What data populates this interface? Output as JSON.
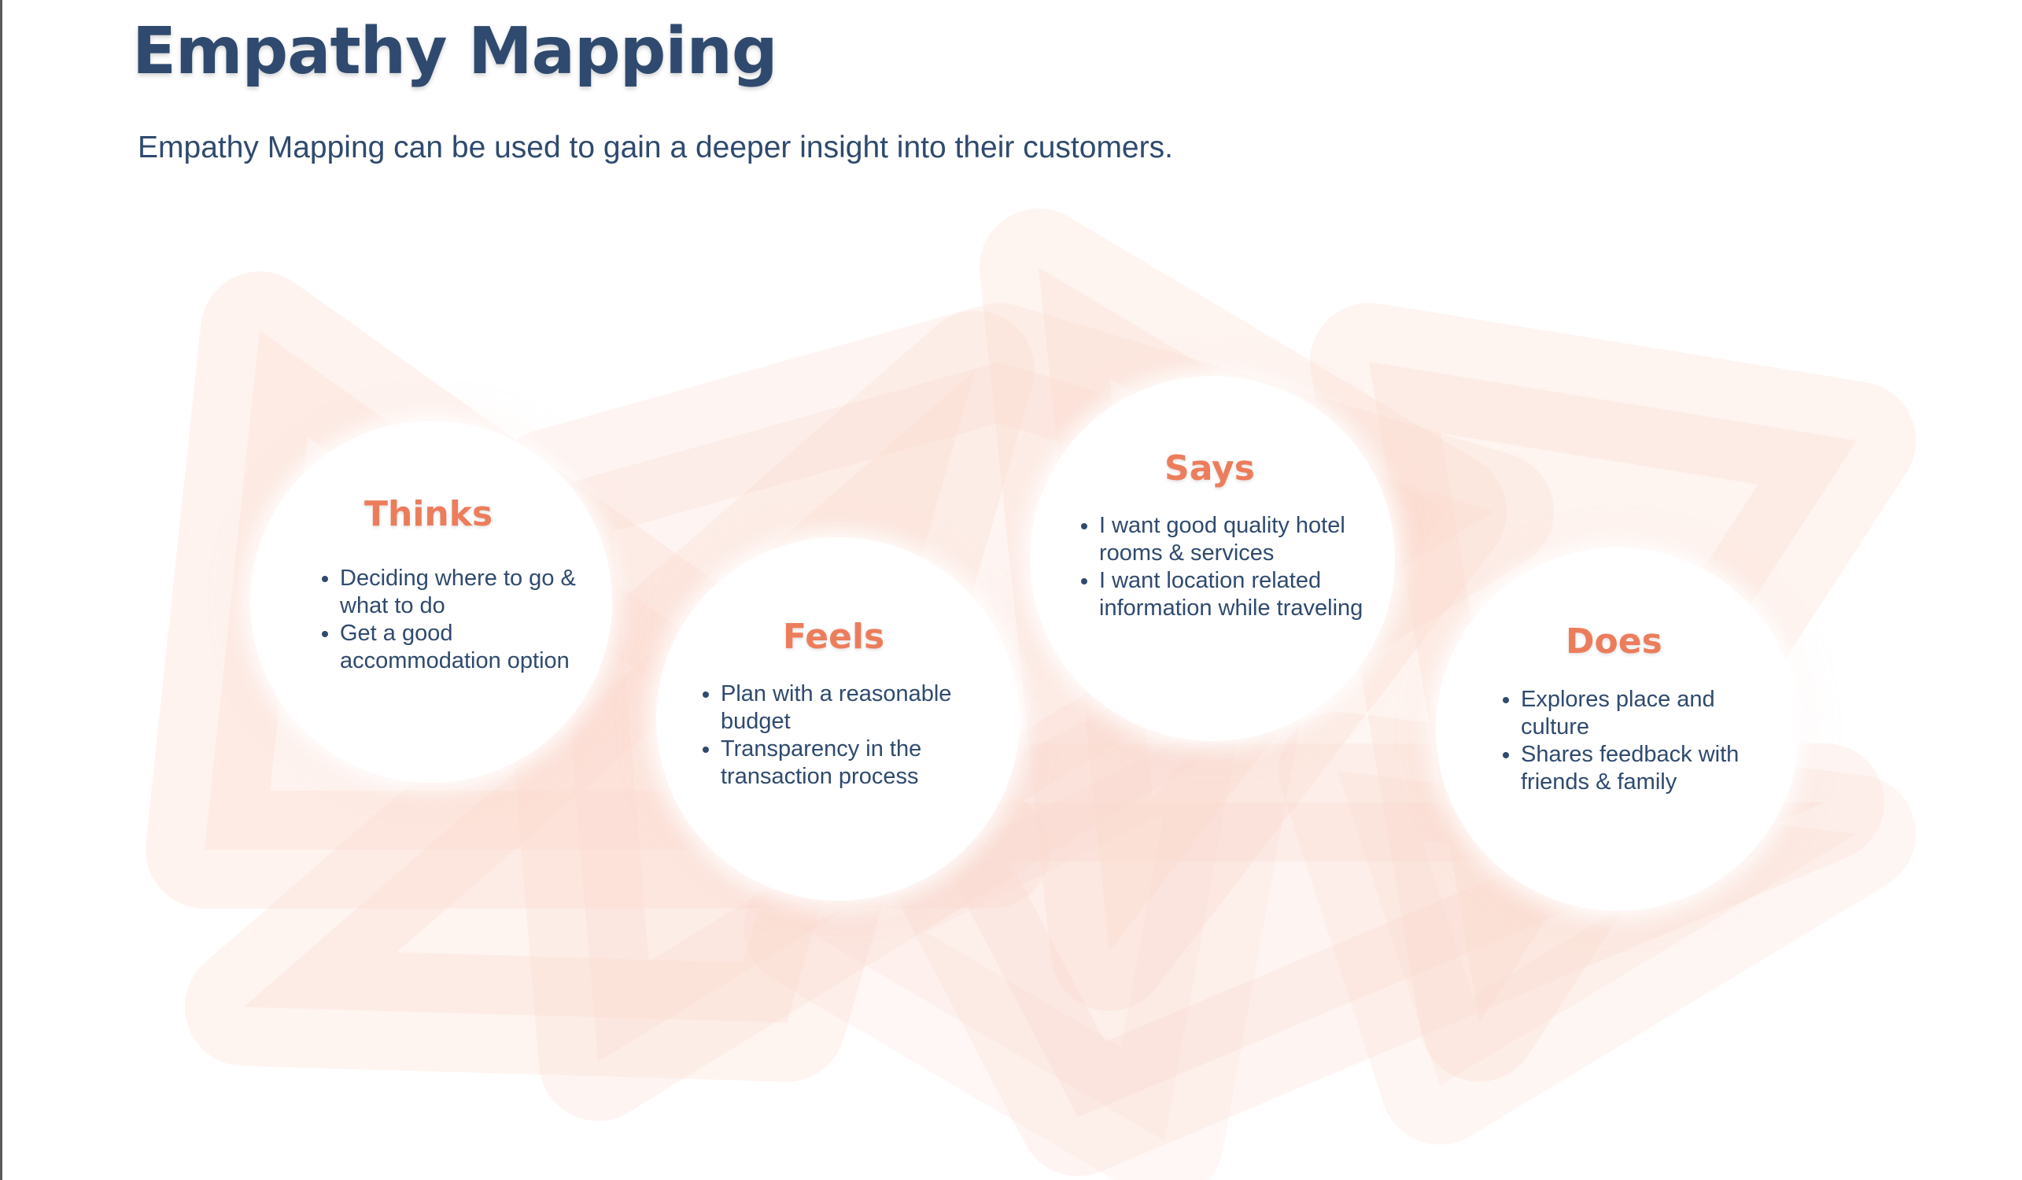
{
  "title": "Empathy Mapping",
  "subtitle": "Empathy Mapping can be used to gain a deeper insight into their customers.",
  "colors": {
    "title": "#2f4a6e",
    "accent": "#ec7d5c",
    "shape_tint": "#fbd9cc"
  },
  "quadrants": [
    {
      "title": "Thinks",
      "items": [
        "Deciding where to go & what to do",
        "Get a good accommodation option"
      ]
    },
    {
      "title": "Feels",
      "items": [
        "Plan with a reasonable budget",
        "Transparency in the transaction process"
      ]
    },
    {
      "title": "Says",
      "items": [
        "I want good quality hotel rooms & services",
        "I want location related information while traveling"
      ]
    },
    {
      "title": "Does",
      "items": [
        "Explores place and culture",
        "Shares feedback with friends & family"
      ]
    }
  ]
}
